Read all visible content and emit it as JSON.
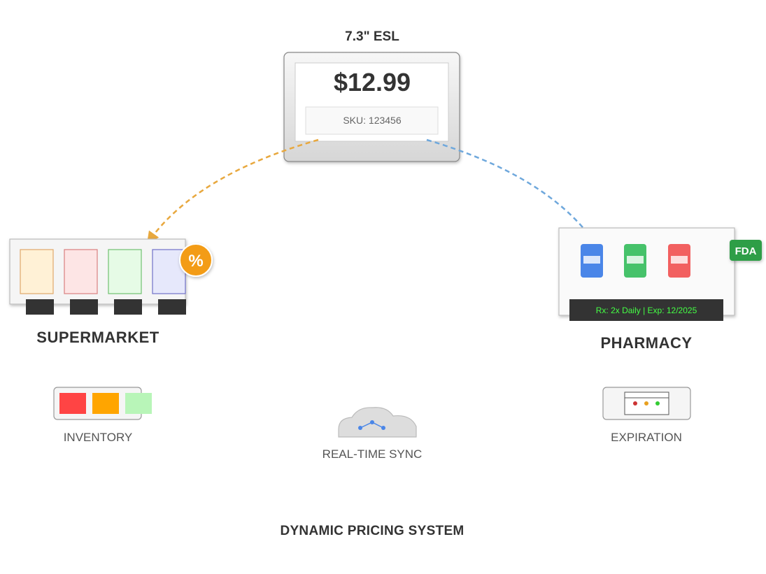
{
  "esl": {
    "title": "7.3\" ESL",
    "price": "$12.99",
    "sku": "SKU: 123456"
  },
  "supermarket": {
    "label": "SUPERMARKET",
    "badge": "%",
    "badge_color": "#f39c12",
    "connector_color": "#e8a83e",
    "product_colors": [
      "#fff1d6",
      "#fde5e5",
      "#e6fbe6",
      "#e6e8fb"
    ],
    "product_borders": [
      "#e0a86a",
      "#d98080",
      "#70c070",
      "#7070c8"
    ]
  },
  "pharmacy": {
    "label": "PHARMACY",
    "badge": "FDA",
    "badge_color": "#2e9e47",
    "connector_color": "#6fa8dc",
    "rx_text": "Rx: 2x Daily | Exp: 12/2025",
    "bottle_colors": [
      "#4a86e8",
      "#46c26a",
      "#f26060"
    ]
  },
  "features": {
    "inventory": {
      "label": "INVENTORY",
      "icon": "inventory-bars-icon",
      "colors": [
        "#ff4444",
        "#ffa500",
        "#b8f5b8"
      ]
    },
    "sync": {
      "label": "REAL-TIME SYNC",
      "icon": "cloud-sync-icon"
    },
    "expiration": {
      "label": "EXPIRATION",
      "icon": "expiration-calendar-icon",
      "dot_colors": [
        "#cc3333",
        "#e8a020",
        "#33cc33"
      ]
    }
  },
  "footer": {
    "title": "DYNAMIC PRICING SYSTEM"
  }
}
